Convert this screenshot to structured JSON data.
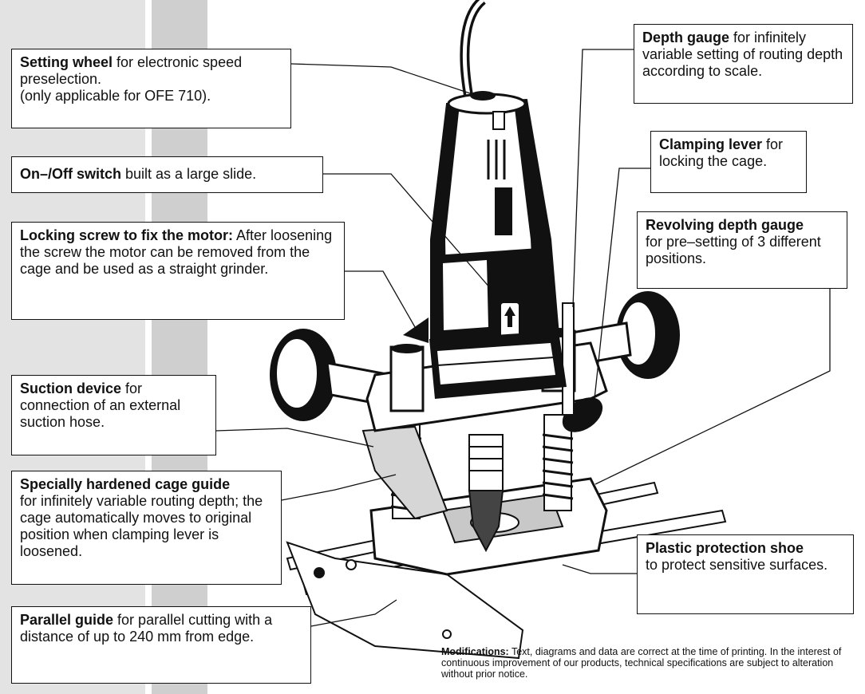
{
  "colors": {
    "stripe_light": "#e3e3e3",
    "stripe_mid": "#cfcfcf",
    "ink": "#111111"
  },
  "callouts": {
    "setting_wheel": {
      "title": "Setting wheel",
      "text": " for electronic speed preselection.\n (only applicable for OFE 710)."
    },
    "onoff_switch": {
      "title": "On–/Off switch",
      "text": " built as a large slide."
    },
    "locking_screw": {
      "title": "Locking screw to fix the motor:",
      "text": " After loosening the screw the motor can be removed from the cage and be used as a straight grinder."
    },
    "suction_device": {
      "title": "Suction device",
      "text": " for connection of an external suction hose."
    },
    "cage_guide": {
      "title": "Specially hardened cage guide",
      "text": "\nfor infinitely variable routing depth; the cage automatically moves to original position when clamping lever is loosened."
    },
    "parallel_guide": {
      "title": "Parallel guide",
      "text": " for parallel cutting with a distance of up to 240 mm from edge."
    },
    "depth_gauge": {
      "title": "Depth gauge",
      "text": " for infinitely variable setting of routing depth according to scale."
    },
    "clamping_lever": {
      "title": "Clamping lever",
      "text": " for locking the cage."
    },
    "revolving_gauge": {
      "title": "Revolving depth gauge",
      "text": "\nfor pre–setting of 3 different positions."
    },
    "protection_shoe": {
      "title": "Plastic protection shoe",
      "text": "\nto protect sensitive surfaces."
    }
  },
  "modifications": {
    "label": "Modifications:",
    "text": " Text, diagrams and data are correct at the time of printing. In the interest of continuous improvement of our products, technical specifications are subject to alteration without prior notice."
  }
}
